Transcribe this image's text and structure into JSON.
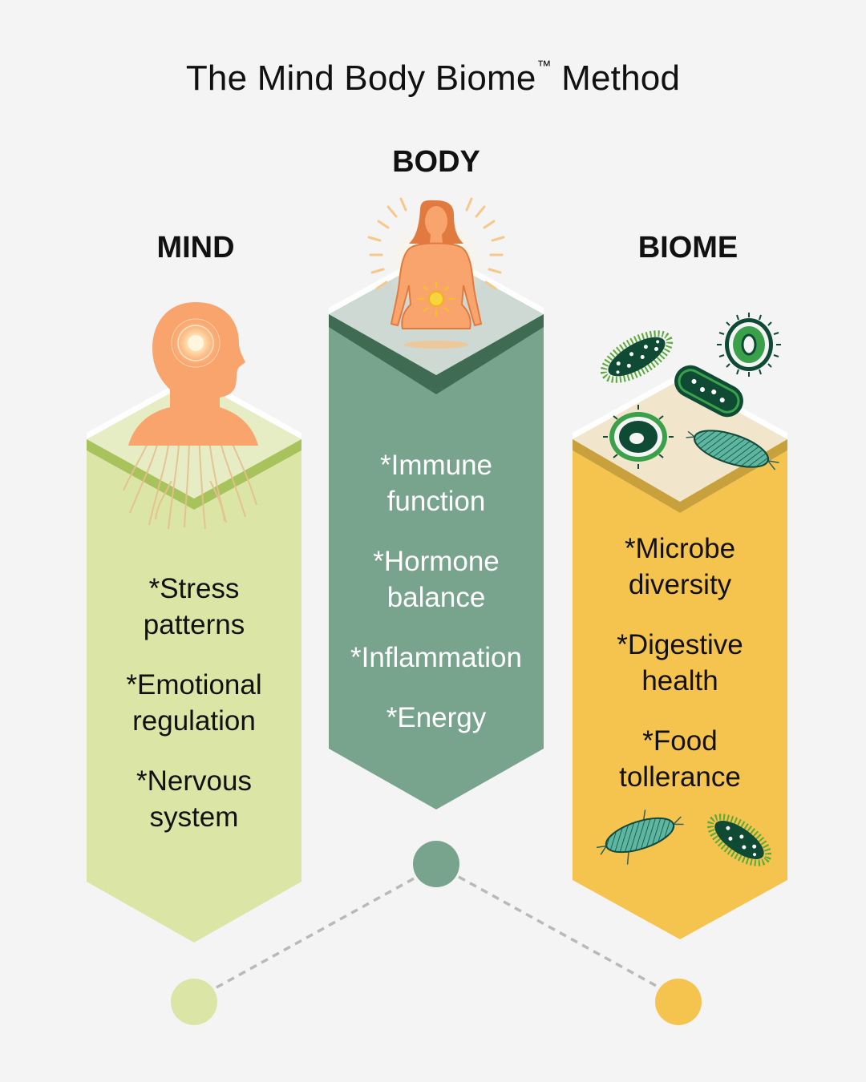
{
  "title": "The Mind Body Biome",
  "trademark": "™",
  "title_suffix": " Method",
  "colors": {
    "background": "#f4f4f4",
    "mind": "#dbe5a6",
    "mind_top": "#e6edc4",
    "mind_edge": "#a9c35c",
    "body": "#78a38d",
    "body_top": "#cdd9d2",
    "body_edge": "#3f6b52",
    "biome": "#f5c44f",
    "biome_top": "#f1e6cc",
    "biome_edge": "#c9a13c",
    "figure_orange": "#f9a46c",
    "microbe_dark": "#0f4a35",
    "microbe_green": "#3aa14a",
    "microbe_teal": "#5db6a0"
  },
  "columns": [
    {
      "key": "mind",
      "heading": "MIND",
      "icon": "head-with-roots-icon",
      "items": [
        [
          "*Stress",
          "patterns"
        ],
        [
          "*Emotional",
          "regulation"
        ],
        [
          "*Nervous",
          "system"
        ]
      ]
    },
    {
      "key": "body",
      "heading": "BODY",
      "icon": "glowing-woman-figure-icon",
      "items": [
        [
          "*Immune",
          "function"
        ],
        [
          "*Hormone",
          "balance"
        ],
        [
          "*Inflammation"
        ],
        [
          "*Energy"
        ]
      ]
    },
    {
      "key": "biome",
      "heading": "BIOME",
      "icon": "microbes-icon",
      "items": [
        [
          "*Microbe",
          "diversity"
        ],
        [
          "*Digestive",
          "health"
        ],
        [
          "*Food",
          "tollerance"
        ]
      ]
    }
  ]
}
